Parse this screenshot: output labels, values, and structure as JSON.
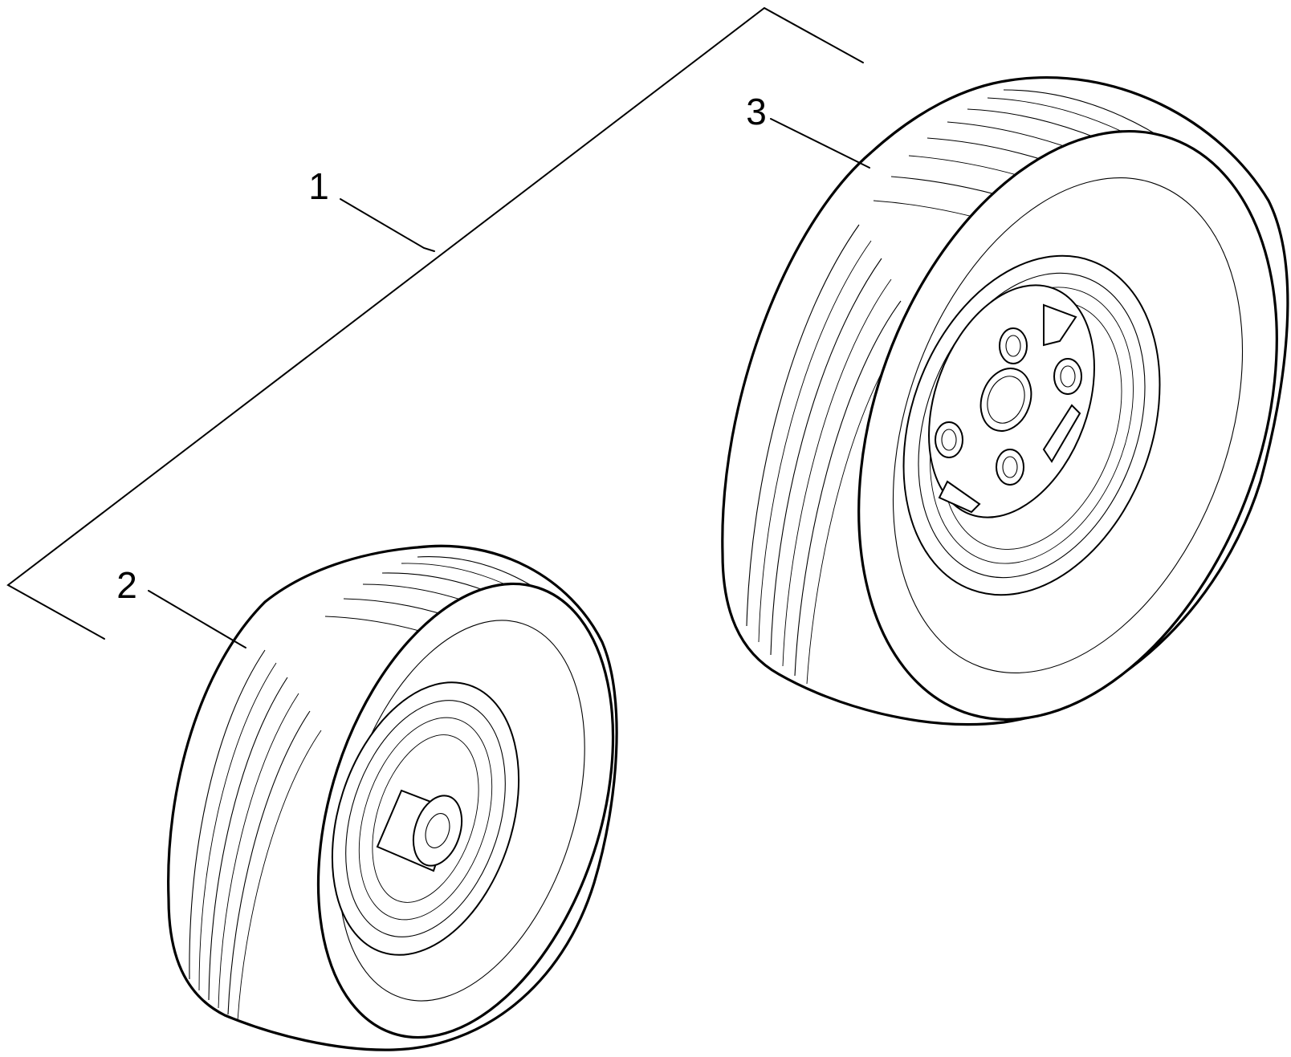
{
  "callouts": {
    "assembly": "1",
    "front_wheel": "2",
    "rear_wheel": "3"
  },
  "colors": {
    "background": "#ffffff",
    "line": "#000000"
  }
}
